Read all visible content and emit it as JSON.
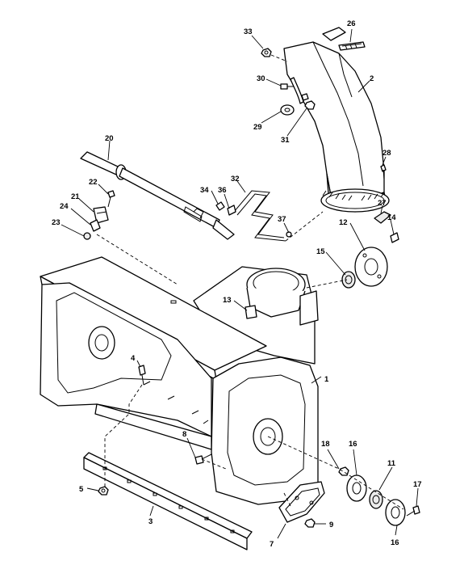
{
  "diagram": {
    "callouts": [
      {
        "id": "c1",
        "label": "1"
      },
      {
        "id": "c2",
        "label": "2"
      },
      {
        "id": "c3",
        "label": "3"
      },
      {
        "id": "c4",
        "label": "4"
      },
      {
        "id": "c5",
        "label": "5"
      },
      {
        "id": "c7",
        "label": "7"
      },
      {
        "id": "c8",
        "label": "8"
      },
      {
        "id": "c9",
        "label": "9"
      },
      {
        "id": "c11",
        "label": "11"
      },
      {
        "id": "c12",
        "label": "12"
      },
      {
        "id": "c13",
        "label": "13"
      },
      {
        "id": "c14",
        "label": "14"
      },
      {
        "id": "c15",
        "label": "15"
      },
      {
        "id": "c16a",
        "label": "16"
      },
      {
        "id": "c16b",
        "label": "16"
      },
      {
        "id": "c17",
        "label": "17"
      },
      {
        "id": "c18",
        "label": "18"
      },
      {
        "id": "c20",
        "label": "20"
      },
      {
        "id": "c21",
        "label": "21"
      },
      {
        "id": "c22",
        "label": "22"
      },
      {
        "id": "c23",
        "label": "23"
      },
      {
        "id": "c24",
        "label": "24"
      },
      {
        "id": "c26",
        "label": "26"
      },
      {
        "id": "c27",
        "label": "27"
      },
      {
        "id": "c28",
        "label": "28"
      },
      {
        "id": "c29",
        "label": "29"
      },
      {
        "id": "c30",
        "label": "30"
      },
      {
        "id": "c31",
        "label": "31"
      },
      {
        "id": "c32",
        "label": "32"
      },
      {
        "id": "c33",
        "label": "33"
      },
      {
        "id": "c34",
        "label": "34"
      },
      {
        "id": "c36",
        "label": "36"
      },
      {
        "id": "c37",
        "label": "37"
      }
    ]
  }
}
